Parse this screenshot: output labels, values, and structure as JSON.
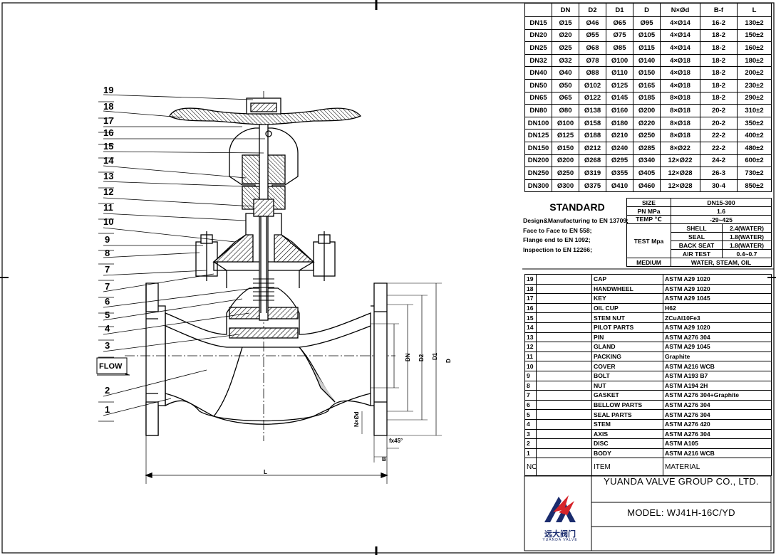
{
  "dimension_table": {
    "headers": [
      "DN",
      "D2",
      "D1",
      "D",
      "N×Ød",
      "B-f",
      "L"
    ],
    "rows": [
      [
        "DN15",
        "Ø15",
        "Ø46",
        "Ø65",
        "Ø95",
        "4×Ø14",
        "16-2",
        "130±2"
      ],
      [
        "DN20",
        "Ø20",
        "Ø55",
        "Ø75",
        "Ø105",
        "4×Ø14",
        "18-2",
        "150±2"
      ],
      [
        "DN25",
        "Ø25",
        "Ø68",
        "Ø85",
        "Ø115",
        "4×Ø14",
        "18-2",
        "160±2"
      ],
      [
        "DN32",
        "Ø32",
        "Ø78",
        "Ø100",
        "Ø140",
        "4×Ø18",
        "18-2",
        "180±2"
      ],
      [
        "DN40",
        "Ø40",
        "Ø88",
        "Ø110",
        "Ø150",
        "4×Ø18",
        "18-2",
        "200±2"
      ],
      [
        "DN50",
        "Ø50",
        "Ø102",
        "Ø125",
        "Ø165",
        "4×Ø18",
        "18-2",
        "230±2"
      ],
      [
        "DN65",
        "Ø65",
        "Ø122",
        "Ø145",
        "Ø185",
        "8×Ø18",
        "18-2",
        "290±2"
      ],
      [
        "DN80",
        "Ø80",
        "Ø138",
        "Ø160",
        "Ø200",
        "8×Ø18",
        "20-2",
        "310±2"
      ],
      [
        "DN100",
        "Ø100",
        "Ø158",
        "Ø180",
        "Ø220",
        "8×Ø18",
        "20-2",
        "350±2"
      ],
      [
        "DN125",
        "Ø125",
        "Ø188",
        "Ø210",
        "Ø250",
        "8×Ø18",
        "22-2",
        "400±2"
      ],
      [
        "DN150",
        "Ø150",
        "Ø212",
        "Ø240",
        "Ø285",
        "8×Ø22",
        "22-2",
        "480±2"
      ],
      [
        "DN200",
        "Ø200",
        "Ø268",
        "Ø295",
        "Ø340",
        "12×Ø22",
        "24-2",
        "600±2"
      ],
      [
        "DN250",
        "Ø250",
        "Ø319",
        "Ø355",
        "Ø405",
        "12×Ø28",
        "26-3",
        "730±2"
      ],
      [
        "DN300",
        "Ø300",
        "Ø375",
        "Ø410",
        "Ø460",
        "12×Ø28",
        "30-4",
        "850±2"
      ]
    ]
  },
  "standard": {
    "title": "STANDARD",
    "lines": [
      "Design&Manufacturing to EN 13709;",
      "Face to Face to EN 558;",
      "Flange end to EN 1092;",
      "Inspection to EN 12266;"
    ]
  },
  "conditions": {
    "size_label": "SIZE",
    "size_value": "DN15-300",
    "pn_label": "PN MPa",
    "pn_value": "1.6",
    "temp_label": "TEMP ℃",
    "temp_value": "-29~425",
    "test_label": "TEST Mpa",
    "tests": [
      {
        "name": "SHELL",
        "value": "2.4(WATER)"
      },
      {
        "name": "SEAL",
        "value": "1.8(WATER)"
      },
      {
        "name": "BACK SEAT",
        "value": "1.8(WATER)"
      },
      {
        "name": "AIR TEST",
        "value": "0.4~0.7"
      }
    ],
    "medium_label": "MEDIUM",
    "medium_value": "WATER, STEAM, OIL"
  },
  "parts": {
    "rows": [
      {
        "no": "19",
        "item": "CAP",
        "material": "ASTM A29 1020"
      },
      {
        "no": "18",
        "item": "HANDWHEEL",
        "material": "ASTM A29 1020"
      },
      {
        "no": "17",
        "item": "KEY",
        "material": "ASTM A29 1045"
      },
      {
        "no": "16",
        "item": "OIL CUP",
        "material": "H62"
      },
      {
        "no": "15",
        "item": "STEM NUT",
        "material": "ZCuAl10Fe3"
      },
      {
        "no": "14",
        "item": "PILOT PARTS",
        "material": "ASTM A29 1020"
      },
      {
        "no": "13",
        "item": "PIN",
        "material": "ASTM A276 304"
      },
      {
        "no": "12",
        "item": "GLAND",
        "material": "ASTM A29 1045"
      },
      {
        "no": "11",
        "item": "PACKING",
        "material": "Graphite"
      },
      {
        "no": "10",
        "item": "COVER",
        "material": "ASTM A216 WCB"
      },
      {
        "no": "9",
        "item": "BOLT",
        "material": "ASTM A193 B7"
      },
      {
        "no": "8",
        "item": "NUT",
        "material": "ASTM A194 2H"
      },
      {
        "no": "7",
        "item": "GASKET",
        "material": "ASTM A276 304+Graphite"
      },
      {
        "no": "6",
        "item": "BELLOW PARTS",
        "material": "ASTM A276 304"
      },
      {
        "no": "5",
        "item": "SEAL PARTS",
        "material": "ASTM A276 304"
      },
      {
        "no": "4",
        "item": "STEM",
        "material": "ASTM A276 420"
      },
      {
        "no": "3",
        "item": "AXIS",
        "material": "ASTM A276 304"
      },
      {
        "no": "2",
        "item": "DISC",
        "material": "ASTM A105"
      },
      {
        "no": "1",
        "item": "BODY",
        "material": "ASTM A216 WCB"
      }
    ],
    "header_no": "NO",
    "header_item": "ITEM",
    "header_material": "MATERIAL"
  },
  "title_block": {
    "company": "YUANDA VALVE GROUP CO., LTD.",
    "model": "MODEL: WJ41H-16C/YD",
    "logo_text": "远大阀门",
    "logo_sub": "YUANDA VALVE"
  },
  "drawing": {
    "balloons": [
      "19",
      "18",
      "17",
      "16",
      "15",
      "14",
      "13",
      "12",
      "11",
      "10",
      "9",
      "8",
      "7",
      "7",
      "6",
      "5",
      "4",
      "3",
      "2",
      "1"
    ],
    "flow_label": "FLOW",
    "dim_L": "L",
    "dim_D": "D",
    "dim_D1": "D1",
    "dim_DN": "DN",
    "dim_Nd": "N×Ød",
    "dim_f": "fx45°",
    "dim_B": "B"
  },
  "colors": {
    "line": "#000000",
    "logo_red": "#d6242a",
    "logo_blue": "#1a2b6d"
  }
}
